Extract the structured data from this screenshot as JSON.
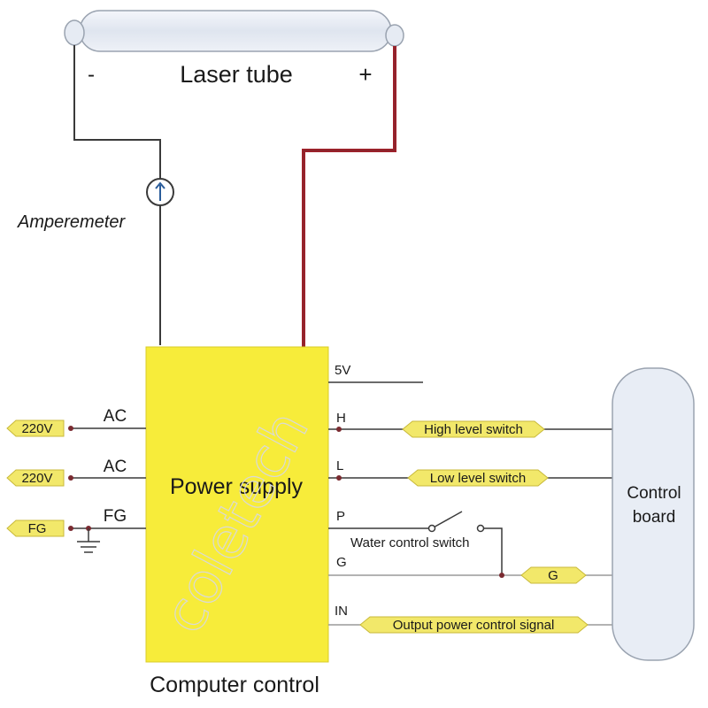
{
  "laser_tube": {
    "label": "Laser tube",
    "minus": "-",
    "plus": "+"
  },
  "ammeter": {
    "label": "Amperemeter"
  },
  "power_supply": {
    "label": "Power supply",
    "caption": "Computer control",
    "fill_color": "#f7ec3a"
  },
  "inputs": {
    "ac_label": "AC",
    "fg_label": "FG",
    "tag_220v": "220V",
    "tag_fg": "FG"
  },
  "terminals": {
    "v5": "5V",
    "h": "H",
    "l": "L",
    "p": "P",
    "g": "G",
    "in": "IN"
  },
  "signals": {
    "high": "High level switch",
    "low": "Low level switch",
    "water": "Water control switch",
    "g": "G",
    "output": "Output power control signal"
  },
  "control_board": {
    "line1": "Control",
    "line2": "board"
  },
  "watermark": "coletech",
  "colors": {
    "wire": "#3a3a3a",
    "hv_wire": "#a3202a",
    "tag_fill": "#f2e86a",
    "tube_fill": "#e8edf5",
    "tube_stroke": "#9aa3b0",
    "board_fill": "#e8edf5"
  }
}
